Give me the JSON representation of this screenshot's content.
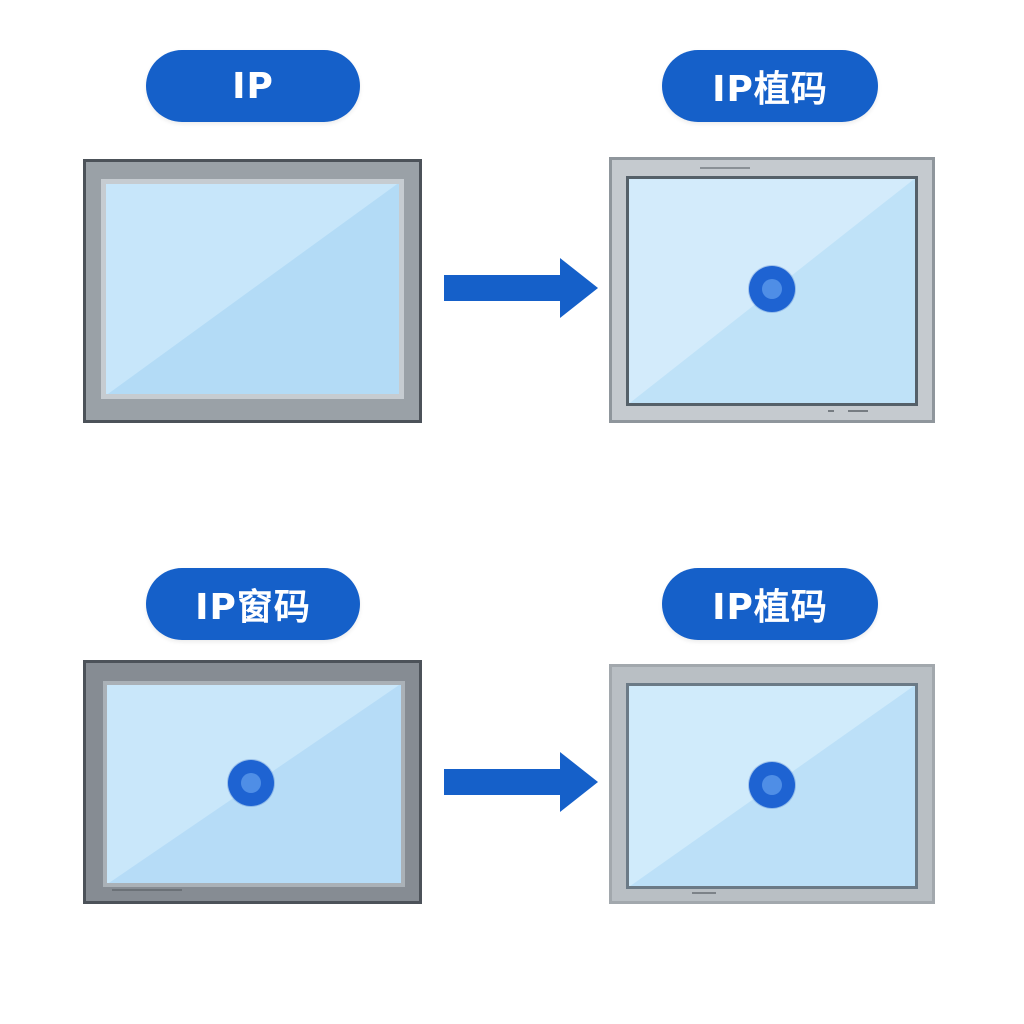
{
  "labels": {
    "top_left": "IP",
    "top_right": "IP植码",
    "bottom_left": "IP窗码",
    "bottom_right": "IP植码"
  },
  "colors": {
    "accent": "#1560c9",
    "glass_light": "#d6ecfb",
    "glass_mid": "#bfe2f8",
    "frame_dark": "#8f969c",
    "frame_light": "#b9bfc4"
  },
  "icons": {
    "arrow": "right-arrow-icon",
    "dot": "target-dot-icon"
  }
}
